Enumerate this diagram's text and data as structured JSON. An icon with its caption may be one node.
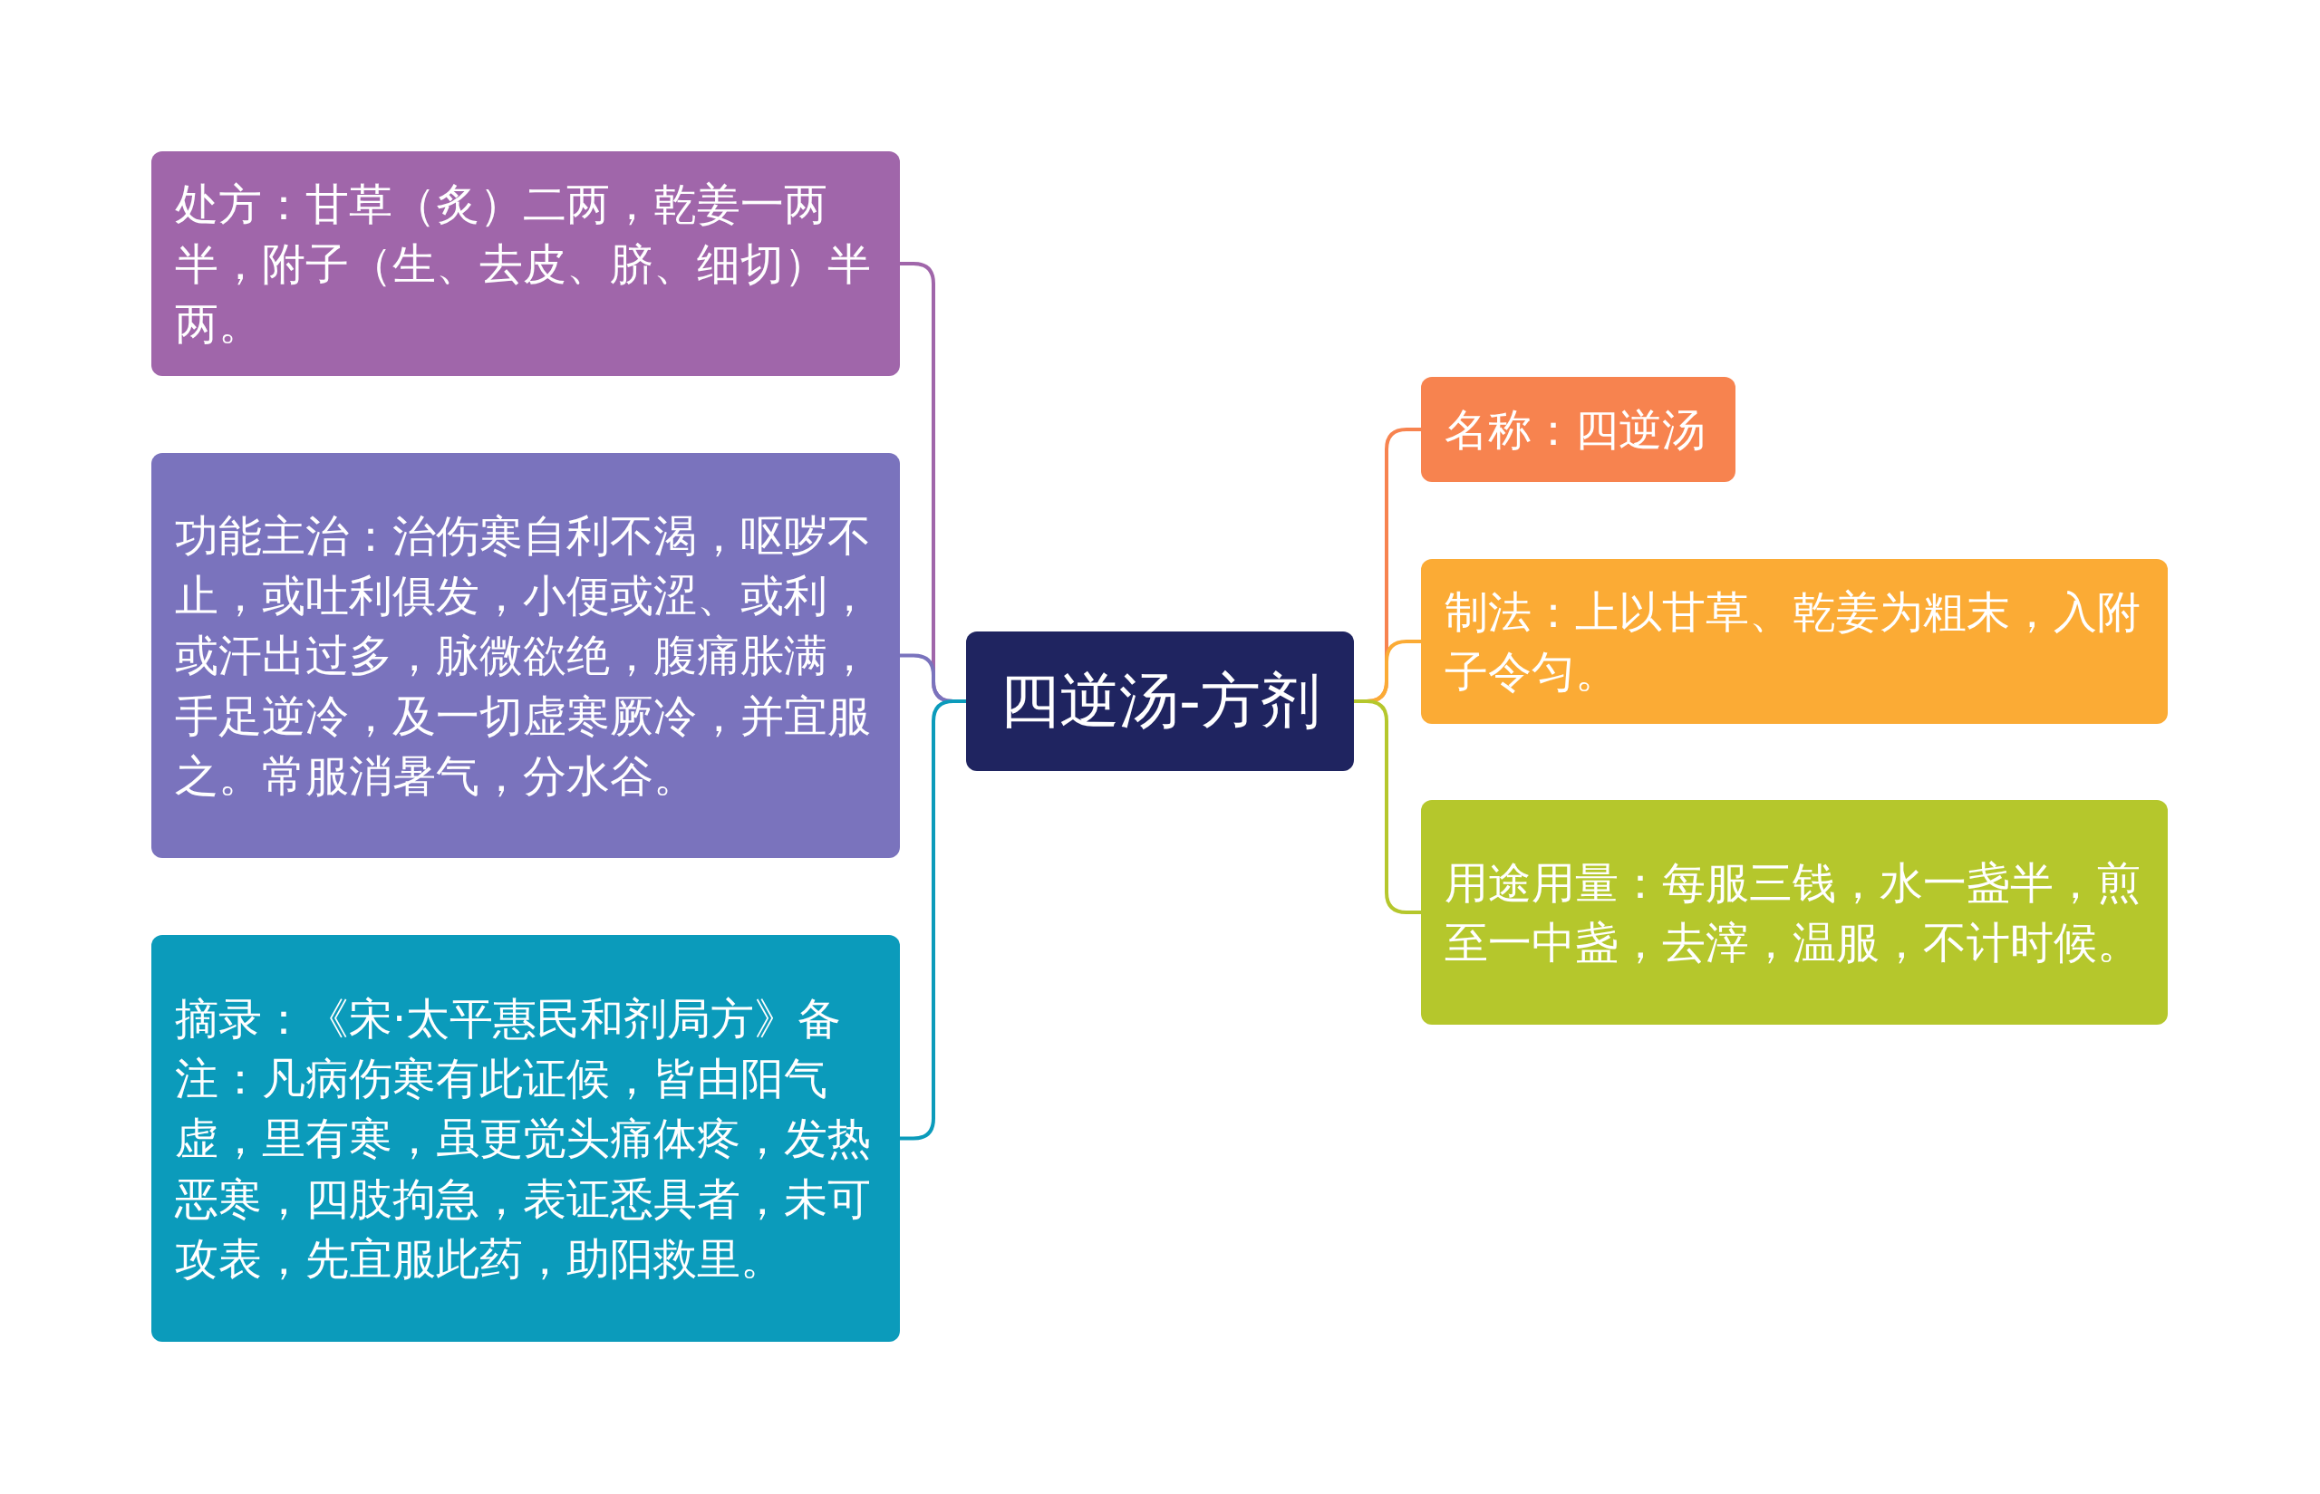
{
  "diagram": {
    "nodes": [
      {
        "text": [
          "四逆汤-方剂"
        ]
      },
      {
        "text": [
          "处方：甘草（炙）二两，乾姜一两半，附子（生、去皮、脐、细切）半两。"
        ]
      },
      {
        "text": [
          "功能主治：治伤寒自利不渴，呕哕不止，或吐利俱发，小便或涩、或利，或汗出过多，脉微欲绝，腹痛胀满，手足逆冷，及一切虚寒厥冷，并宜服之。常服消暑气，分水谷。"
        ]
      },
      {
        "text": [
          "摘录：《宋·太平惠民和剂局方》备注：凡病伤寒有此证候，皆由阳气虚，里有寒，虽更觉头痛体疼，发热恶寒，四肢拘急，表证悉具者，未可攻表，先宜服此药，助阳救里。"
        ]
      },
      {
        "text": [
          "名称：四逆汤"
        ]
      },
      {
        "text": [
          "制法：上以甘草、乾姜为粗末，入附子令匀。"
        ]
      },
      {
        "text": [
          "用途用量：每服三钱，水一盏半，煎至一中盏，去滓，温服，不计时候。"
        ]
      }
    ],
    "edges": [
      {
        "from": 0,
        "to": 1,
        "arrow": "none",
        "color": "#a066aa"
      },
      {
        "from": 0,
        "to": 2,
        "arrow": "none",
        "color": "#7a73bd"
      },
      {
        "from": 0,
        "to": 3,
        "arrow": "none",
        "color": "#0b9bbb"
      },
      {
        "from": 0,
        "to": 4,
        "arrow": "none",
        "color": "#f7834f"
      },
      {
        "from": 0,
        "to": 5,
        "arrow": "none",
        "color": "#fbab35"
      },
      {
        "from": 0,
        "to": 6,
        "arrow": "none",
        "color": "#b5c72c"
      }
    ]
  }
}
